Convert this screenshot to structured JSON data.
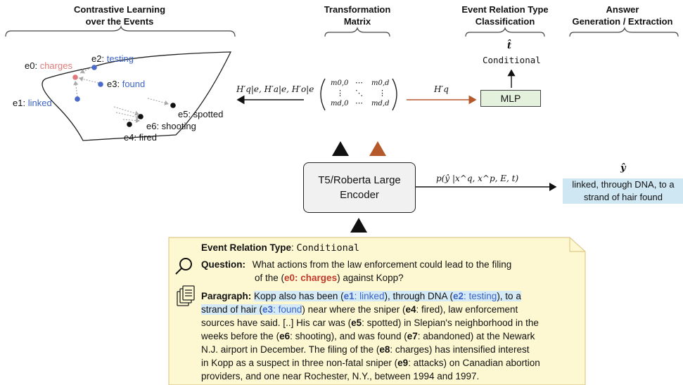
{
  "headers": {
    "contrastive_line1": "Contrastive Learning",
    "contrastive_line2": "over the Events",
    "transform_line1": "Transformation",
    "transform_line2": "Matrix",
    "classification_line1": "Event Relation Type",
    "classification_line2": "Classification",
    "answer_line1": "Answer",
    "answer_line2": "Generation / Extraction"
  },
  "events": {
    "e0_id": "e0:",
    "e0_word": "charges",
    "e2_id": "e2:",
    "e2_word": "testing",
    "e3_id": "e3:",
    "e3_word": "found",
    "e1_id": "e1:",
    "e1_word": "linked",
    "e5_label": "e5: spotted",
    "e6_label": "e6: shooting",
    "e4_label": "e4: fired"
  },
  "matrix": {
    "left_label": "H′q|e, H′a|e, H′o|e",
    "m00": "m0,0",
    "m0d": "m0,d",
    "md0": "md,0",
    "mdd": "md,d",
    "hdots": "⋯",
    "vdots": "⋮",
    "ddots": "⋱",
    "right_label": "H′q"
  },
  "classification": {
    "t_hat": "t̂",
    "result": "Conditional",
    "mlp_label": "MLP"
  },
  "encoder": {
    "line1": "T5/Roberta Large",
    "line2": "Encoder",
    "output_formula": "p(ŷ |x^q, x^p, E, t)"
  },
  "answer": {
    "y_hat": "ŷ",
    "line1": "linked, through DNA, to a",
    "line2": "strand of hair found"
  },
  "input": {
    "type_label": "Event Relation Type",
    "type_value": "Conditional",
    "question_label": "Question:",
    "question_line1": "What actions from the law enforcement could lead to the filing",
    "question_line2_pre": "of the (",
    "question_e0": "e0: charges",
    "question_line2_post": ") against Kopp?",
    "paragraph_label": "Paragraph:",
    "p1_a": "Kopp also has been (",
    "p1_e1": "e1",
    "p1_e1w": ": linked",
    "p1_b": "), through DNA (",
    "p1_e2": "e2",
    "p1_e2w": ": testing",
    "p1_c": "), to a",
    "p2_a": "strand of hair (",
    "p2_e3": "e3",
    "p2_e3w": ": found",
    "p2_b": ") near where the sniper (",
    "p2_e4": "e4",
    "p2_c": ": fired), law enforcement",
    "p3": "sources have said. [..] His car was (",
    "p3_e5": "e5",
    "p3_b": ": spotted) in Slepian's neighborhood in the",
    "p4_a": "weeks before the (",
    "p4_e6": "e6",
    "p4_b": ": shooting), and was found (",
    "p4_e7": "e7",
    "p4_c": ": abandoned) at the Newark",
    "p5_a": "N.J. airport in December. The filing of the (",
    "p5_e8": "e8",
    "p5_b": ": charges) has intensified interest",
    "p6_a": "in Kopp as a suspect in three non-fatal sniper (",
    "p6_e9": "e9",
    "p6_b": ": attacks) on Canadian abortion",
    "p7": "providers, and one near Rochester, N.Y., between 1994 and 1997."
  },
  "colors": {
    "red": "#c0392b",
    "blue": "#3d64c8",
    "brown_arrow": "#b5582a",
    "answer_bg": "#cfe6f3",
    "mlp_bg": "#e4f1dc",
    "note_bg": "#fdf8d2"
  }
}
